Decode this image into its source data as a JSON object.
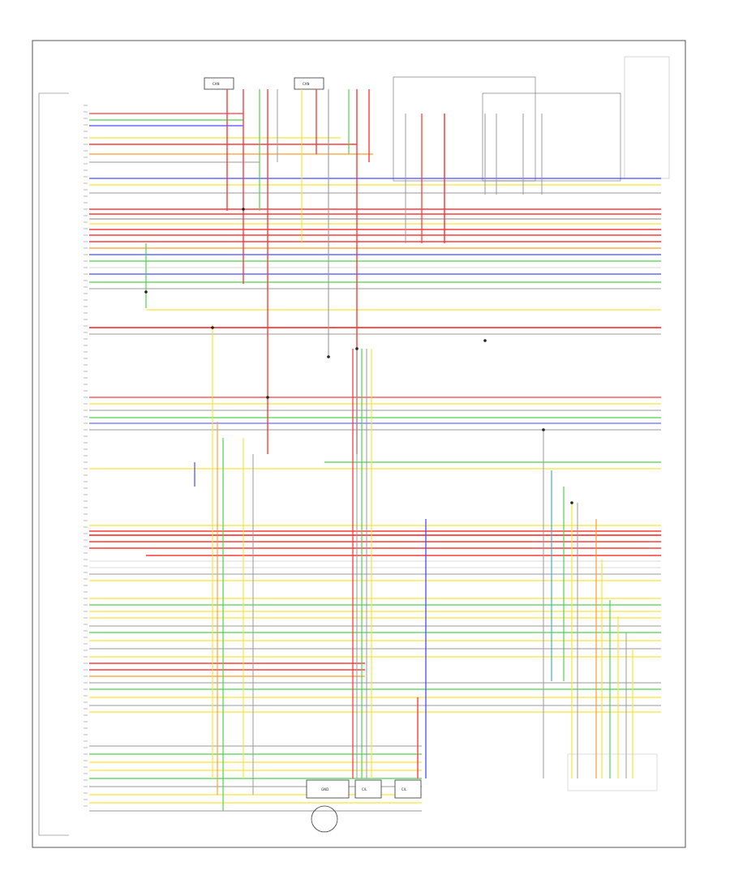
{
  "diagram": {
    "colors": {
      "red": "#ff3b3b",
      "green": "#4fd14f",
      "blue": "#4a4aff",
      "yellow": "#f5e33a",
      "orange": "#ff9a2a",
      "black": "#222222",
      "gray": "#9a9a9a",
      "light": "#d8d8d8",
      "dark_red": "#c21d1d",
      "cyan": "#3fb0c8"
    },
    "connectors": {
      "top": [
        "CAN",
        "CAN"
      ],
      "bottom": [
        "GND",
        "C/L",
        "C/L"
      ]
    },
    "page_marker": ""
  }
}
